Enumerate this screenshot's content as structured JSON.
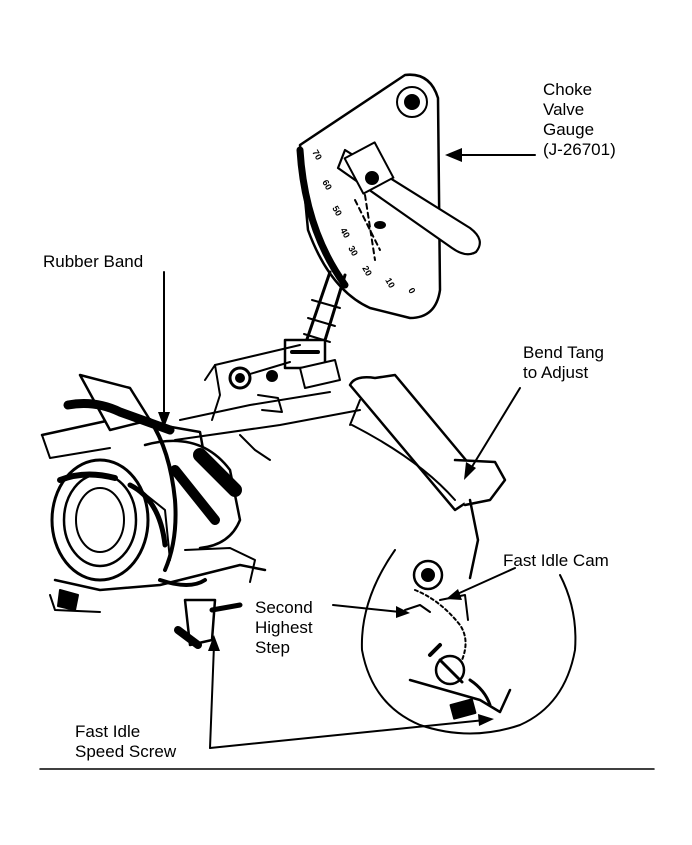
{
  "labels": {
    "choke_gauge": [
      "Choke",
      "Valve",
      "Gauge",
      "(J-26701)"
    ],
    "rubber_band": "Rubber Band",
    "bend_tang": [
      "Bend Tang",
      "to Adjust"
    ],
    "fast_idle_cam": "Fast Idle Cam",
    "second_step": [
      "Second",
      "Highest",
      "Step"
    ],
    "idle_screw": [
      "Fast Idle",
      "Speed Screw"
    ]
  },
  "gauge_scale": [
    "70",
    "60",
    "50",
    "40",
    "30",
    "20",
    "10",
    "0"
  ]
}
